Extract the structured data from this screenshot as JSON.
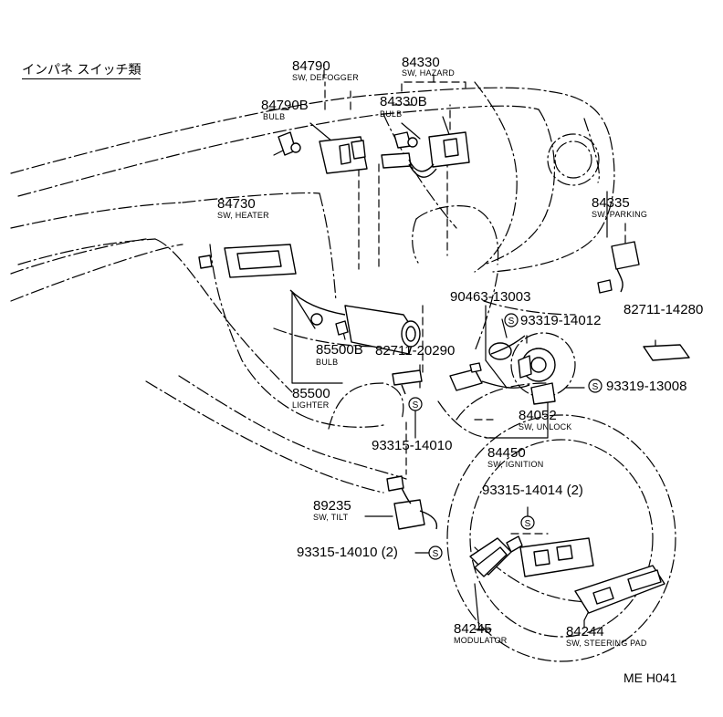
{
  "title": "インパネ スイッチ類",
  "diagram_code": "ME H041",
  "callouts": [
    {
      "id": "84790",
      "number": "84790",
      "desc": "SW, DEFOGGER"
    },
    {
      "id": "84330",
      "number": "84330",
      "desc": "SW, HAZARD"
    },
    {
      "id": "84790b",
      "number": "84790B",
      "desc": "BULB"
    },
    {
      "id": "84330b",
      "number": "84330B",
      "desc": "BULB"
    },
    {
      "id": "84730",
      "number": "84730",
      "desc": "SW, HEATER"
    },
    {
      "id": "84335",
      "number": "84335",
      "desc": "SW, PARKING"
    },
    {
      "id": "90463",
      "number": "90463-13003",
      "desc": ""
    },
    {
      "id": "93319a",
      "number": "93319-14012",
      "desc": ""
    },
    {
      "id": "82711a",
      "number": "82711-14280",
      "desc": ""
    },
    {
      "id": "85500b",
      "number": "85500B",
      "desc": "BULB"
    },
    {
      "id": "82711b",
      "number": "82711-20290",
      "desc": ""
    },
    {
      "id": "93319b",
      "number": "93319-13008",
      "desc": ""
    },
    {
      "id": "85500",
      "number": "85500",
      "desc": "LIGHTER"
    },
    {
      "id": "84052",
      "number": "84052",
      "desc": "SW, UNLOCK"
    },
    {
      "id": "93315a",
      "number": "93315-14010",
      "desc": ""
    },
    {
      "id": "84450",
      "number": "84450",
      "desc": "SW, IGNITION"
    },
    {
      "id": "93315b",
      "number": "93315-14014 (2)",
      "desc": ""
    },
    {
      "id": "89235",
      "number": "89235",
      "desc": "SW, TILT"
    },
    {
      "id": "93315c",
      "number": "93315-14010 (2)",
      "desc": ""
    },
    {
      "id": "84245",
      "number": "84245",
      "desc": "MODULATOR"
    },
    {
      "id": "84244",
      "number": "84244",
      "desc": "SW, STEERING PAD"
    }
  ],
  "screw_symbol": "S"
}
